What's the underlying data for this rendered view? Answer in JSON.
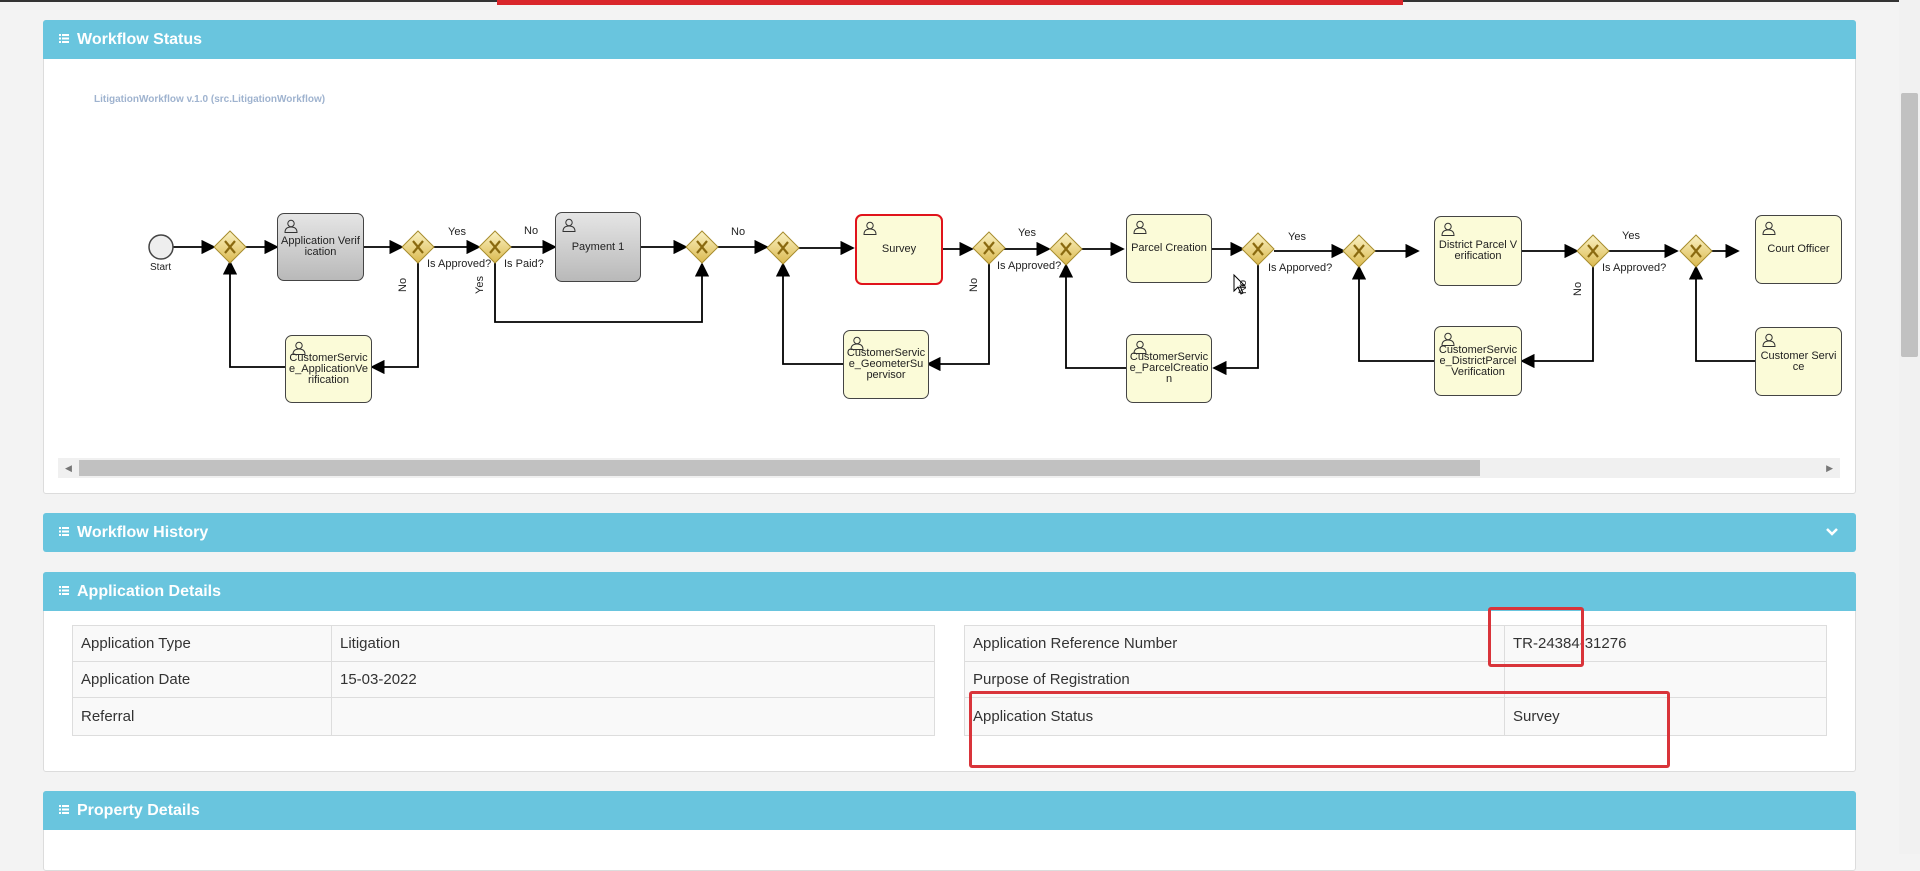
{
  "panels": {
    "workflow_status": "Workflow Status",
    "workflow_history": "Workflow History",
    "application_details": "Application Details",
    "property_details": "Property Details"
  },
  "diagram": {
    "title": "LitigationWorkflow v.1.0 (src.LitigationWorkflow)",
    "start": "Start",
    "nodes": {
      "application_verification": "Application Verification",
      "cs_application_verification": "CustomerService_ApplicationVerification",
      "payment_1": "Payment 1",
      "survey": "Survey",
      "cs_geometer_supervisor": "CustomerService_GeometerSupervisor",
      "parcel_creation": "Parcel Creation",
      "cs_parcel_creation": "CustomerService_ParcelCreation",
      "district_parcel_verification": "District Parcel Verification",
      "cs_district_parcel_verification": "CustomerService_DistrictParcelVerification",
      "court_officer": "Court Officer",
      "customer_service": "Customer Service"
    },
    "labels": {
      "yes": "Yes",
      "no": "No",
      "is_approved": "Is Approved?",
      "is_paid": "Is Paid?",
      "is_approved_alt": "Is Apporved?"
    }
  },
  "details": {
    "left": [
      {
        "label": "Application Type",
        "value": "Litigation"
      },
      {
        "label": "Application Date",
        "value": "15-03-2022"
      },
      {
        "label": "Referral",
        "value": ""
      }
    ],
    "right": [
      {
        "label": "Application Reference Number",
        "value": "TR-24384-31276"
      },
      {
        "label": "Purpose of Registration",
        "value": ""
      },
      {
        "label": "Application Status",
        "value": "Survey"
      }
    ]
  },
  "colors": {
    "panel_header": "#69c5de",
    "task_fill": "#fbfbd8",
    "active_border": "#e0131b",
    "highlight": "#d9343a"
  }
}
